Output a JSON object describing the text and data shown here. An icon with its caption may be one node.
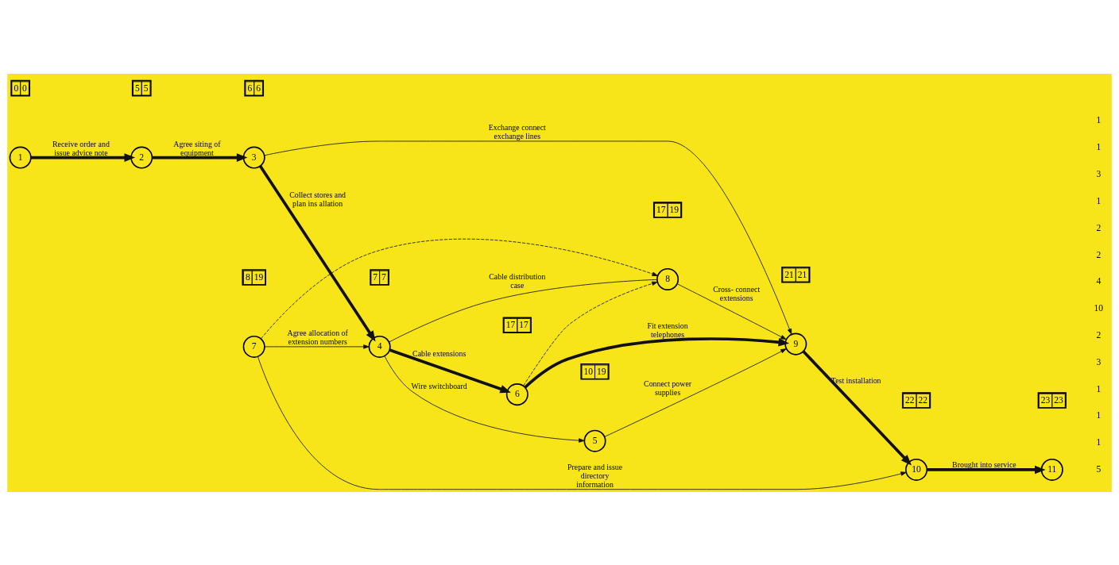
{
  "diagram": {
    "nodes": [
      {
        "text": [
          "1"
        ],
        "beside": [
          "0",
          "0"
        ]
      },
      {
        "text": [
          "2"
        ],
        "beside": [
          "5",
          "5"
        ]
      },
      {
        "text": [
          "3"
        ],
        "beside": [
          "6",
          "6"
        ]
      },
      {
        "text": [
          "4"
        ],
        "beside": [
          "7",
          "7"
        ]
      },
      {
        "text": [
          "5"
        ],
        "beside": [
          "10",
          "19"
        ]
      },
      {
        "text": [
          "6"
        ],
        "beside": [
          "17",
          "17"
        ]
      },
      {
        "text": [
          "7"
        ],
        "beside": [
          "8",
          "19"
        ]
      },
      {
        "text": [
          "8"
        ],
        "beside": [
          "17",
          "19"
        ]
      },
      {
        "text": [
          "9"
        ],
        "beside": [
          "21",
          "21"
        ]
      },
      {
        "text": [
          "10"
        ],
        "beside": [
          "22",
          "22"
        ]
      },
      {
        "text": [
          "11"
        ],
        "beside": [
          "23",
          "23"
        ]
      }
    ],
    "edges": [
      {
        "from": 0,
        "to": 1,
        "arrow": "to",
        "label": "Receive order and issue advice note",
        "style": "thick"
      },
      {
        "from": 1,
        "to": 2,
        "arrow": "to",
        "label": "Agree siting of equipment",
        "style": "thick"
      },
      {
        "from": 2,
        "to": 3,
        "arrow": "to",
        "label": "Collect stores and plan ins allation",
        "style": "thick"
      },
      {
        "from": 2,
        "to": 8,
        "arrow": "to",
        "label": "Exchange connect exchange lines"
      },
      {
        "from": 3,
        "to": 4,
        "arrow": "to",
        "label": "Wire switchboard"
      },
      {
        "from": 4,
        "to": 8,
        "arrow": "to",
        "label": "Connect power supplies"
      },
      {
        "from": 3,
        "to": 5,
        "arrow": "to",
        "label": "Cable extensions",
        "style": "thick"
      },
      {
        "from": 5,
        "to": 8,
        "arrow": "to",
        "label": "Fit extension telephones",
        "style": "thick"
      },
      {
        "from": 3,
        "to": 7,
        "arrow": "none",
        "label": "Cable distribution case"
      },
      {
        "from": 7,
        "to": 8,
        "arrow": "to",
        "label": "Cross- connect extensions"
      },
      {
        "from": 5,
        "to": 7,
        "arrow": "to",
        "style": "dashed"
      },
      {
        "from": 6,
        "to": 7,
        "arrow": "to",
        "style": "dashed"
      },
      {
        "from": 6,
        "to": 3,
        "arrow": "to",
        "label": "Agree allocation of extension numbers"
      },
      {
        "from": 6,
        "to": 9,
        "arrow": "to",
        "label": "Prepare and issue directory information"
      },
      {
        "from": 8,
        "to": 9,
        "arrow": "to",
        "label": "Test installation",
        "style": "thick"
      },
      {
        "from": 9,
        "to": 10,
        "arrow": "to",
        "label": "Brought into service",
        "style": "thick"
      }
    ],
    "labels": [
      "5",
      "1",
      "1",
      "1",
      "3",
      "2",
      "10",
      "4",
      "2",
      "2",
      "1",
      "3",
      "1",
      "1"
    ]
  }
}
